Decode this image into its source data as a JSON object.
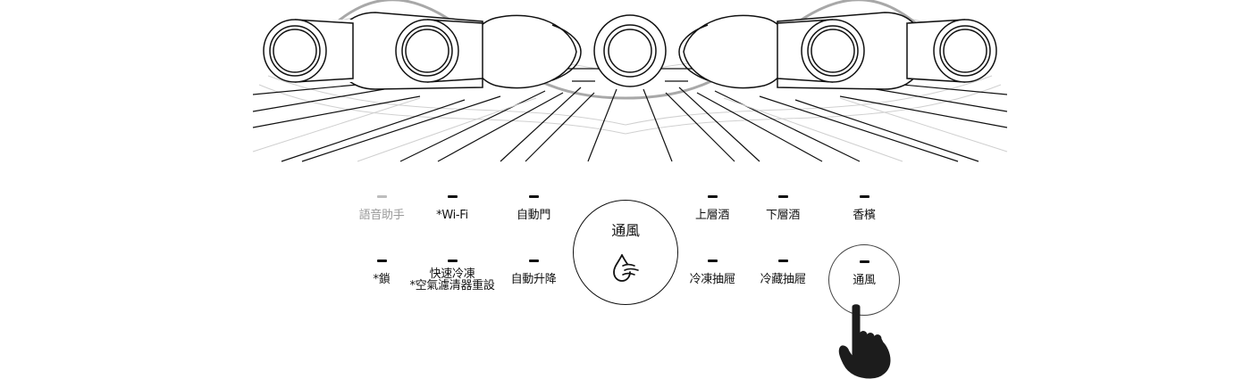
{
  "panel": {
    "top_row": [
      {
        "key": "voice",
        "label": "語音助手",
        "state": "off"
      },
      {
        "key": "wifi",
        "label": "*Wi-Fi",
        "state": "on"
      },
      {
        "key": "auto_door",
        "label": "自動門",
        "state": "on"
      },
      {
        "key": "upper_wine",
        "label": "上層酒",
        "state": "on"
      },
      {
        "key": "lower_wine",
        "label": "下層酒",
        "state": "on"
      },
      {
        "key": "champagne",
        "label": "香檳",
        "state": "on"
      }
    ],
    "bottom_row": [
      {
        "key": "lock",
        "label": "*鎖",
        "state": "on"
      },
      {
        "key": "quick_freeze",
        "label": "快速冷凍",
        "label2": "*空氣濾清器重設",
        "state": "on"
      },
      {
        "key": "auto_lift",
        "label": "自動升降",
        "state": "on"
      },
      {
        "key": "freezer_drawer",
        "label": "冷凍抽屜",
        "state": "on"
      },
      {
        "key": "chiller_drawer",
        "label": "冷藏抽屜",
        "state": "on"
      },
      {
        "key": "ventilation",
        "label": "通風",
        "state": "on",
        "highlighted": true
      }
    ],
    "center_button": {
      "label": "通風",
      "icon": "water-drop-wind-icon"
    }
  },
  "hand_icon": "pointing-hand-icon",
  "colors": {
    "ink": "#111111",
    "dim": "#9a9a9a",
    "background": "#ffffff"
  }
}
